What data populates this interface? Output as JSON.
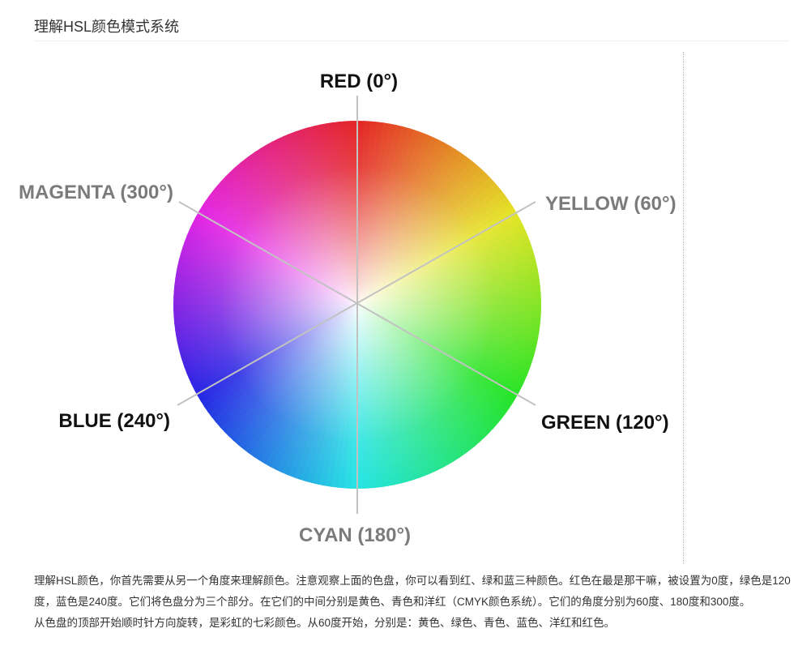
{
  "header": {
    "title": "理解HSL颜色模式系统"
  },
  "color_wheel": {
    "labels": {
      "red": "RED (0°)",
      "yellow": "YELLOW (60°)",
      "green": "GREEN (120°)",
      "cyan": "CYAN (180°)",
      "blue": "BLUE (240°)",
      "magenta": "MAGENTA (300°)"
    },
    "hue_colors": {
      "red": "#ec2327",
      "yellow": "#ffed00",
      "green": "#3eb649",
      "cyan": "#27c3f2",
      "blue": "#2b3d9b",
      "magenta": "#ec2a8c"
    }
  },
  "content": {
    "paragraph1": "理解HSL颜色，你首先需要从另一个角度来理解颜色。注意观察上面的色盘，你可以看到红、绿和蓝三种颜色。红色在最是那干嘛，被设置为0度，绿色是120度，蓝色是240度。它们将色盘分为三个部分。在它们的中间分别是黄色、青色和洋红（CMYK颜色系统）。它们的角度分别为60度、180度和300度。",
    "paragraph2": "从色盘的顶部开始顺时针方向旋转，是彩虹的七彩颜色。从60度开始，分别是：黄色、绿色、青色、蓝色、洋红和红色。"
  }
}
